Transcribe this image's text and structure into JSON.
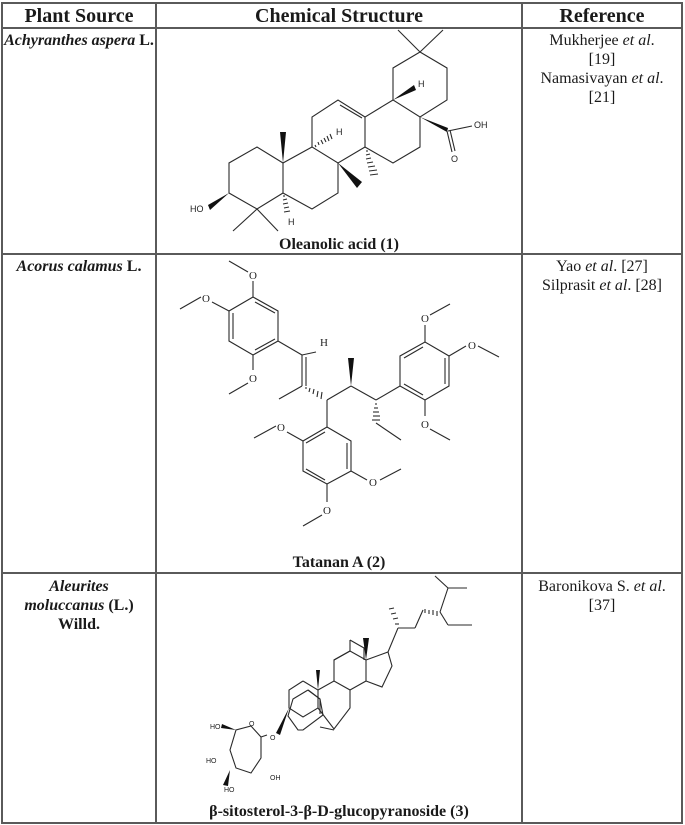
{
  "table": {
    "headers": [
      "Plant Source",
      "Chemical Structure",
      "Reference"
    ],
    "rows": [
      {
        "plant": {
          "italic": "Achyranthes aspera",
          "plain": " L."
        },
        "compound": "Oleanolic acid (1)",
        "structure_icon": "oleanolic-acid-structure",
        "structure_labels": {
          "oh_top": "OH",
          "o": "O",
          "ho": "HO",
          "h1": "H",
          "h2": "H",
          "h3": "H"
        },
        "references": [
          {
            "author": "Mukherjee ",
            "etal": "et al",
            "tail": ".",
            "num": "[19]"
          },
          {
            "author": "Namasivayan ",
            "etal": "et al",
            "tail": ".",
            "num": "[21]"
          }
        ]
      },
      {
        "plant": {
          "italic": "Acorus calamus",
          "plain": " L."
        },
        "compound": "Tatanan A (2)",
        "structure_icon": "tatanan-a-structure",
        "structure_labels": {
          "o": "O",
          "h": "H"
        },
        "references": [
          {
            "author": "Yao ",
            "etal": "et al",
            "tail": ". ",
            "num": "[27]"
          },
          {
            "author": "Silprasit ",
            "etal": "et al",
            "tail": ". ",
            "num": "[28]"
          }
        ]
      },
      {
        "plant": {
          "italic1": "Aleurites",
          "italic2": "moluccanus",
          "plain2": " (L.)",
          "plain3": "Willd."
        },
        "compound": "β-sitosterol-3-β-D-glucopyranoside (3)",
        "structure_icon": "beta-sitosterol-glucopyranoside-structure",
        "structure_labels": {
          "ho": "HO",
          "oh": "OH",
          "o": "O"
        },
        "references": [
          {
            "author": "Baronikova S. ",
            "etal": "et al",
            "tail": ".",
            "num": "[37]"
          }
        ]
      }
    ]
  }
}
